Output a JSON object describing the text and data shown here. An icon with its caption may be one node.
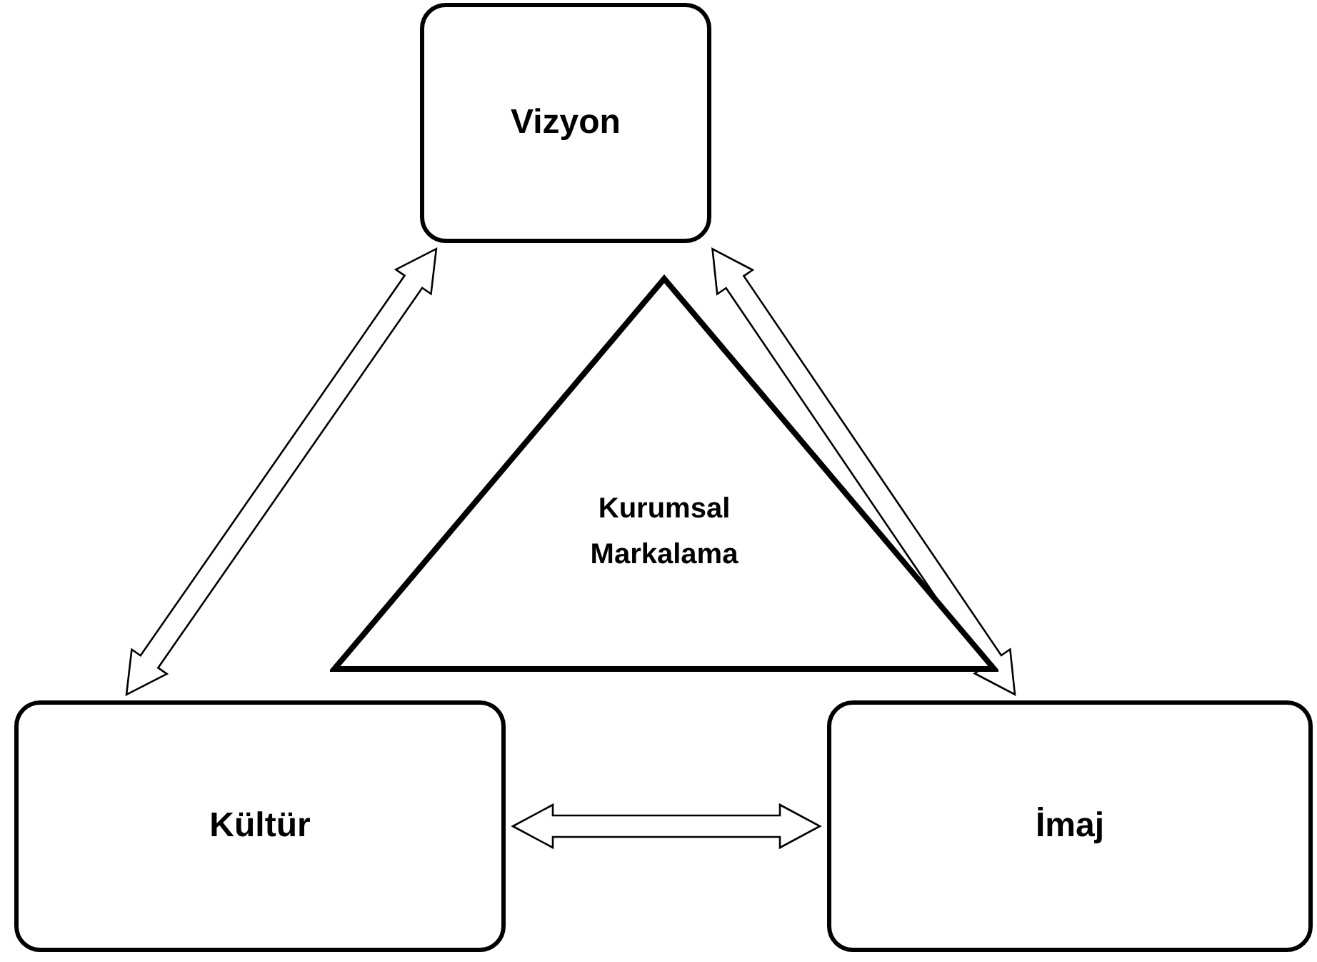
{
  "diagram": {
    "nodes": [
      {
        "text": [
          "Vizyon"
        ]
      },
      {
        "text": [
          "Kurumsal Markalama"
        ]
      },
      {
        "text": [
          "Kültür"
        ]
      },
      {
        "text": [
          "İmaj"
        ]
      }
    ],
    "edges": [
      {
        "from": 2,
        "to": 0,
        "arrow": "both"
      },
      {
        "from": 0,
        "to": 3,
        "arrow": "both"
      },
      {
        "from": 2,
        "to": 3,
        "arrow": "both"
      }
    ]
  }
}
